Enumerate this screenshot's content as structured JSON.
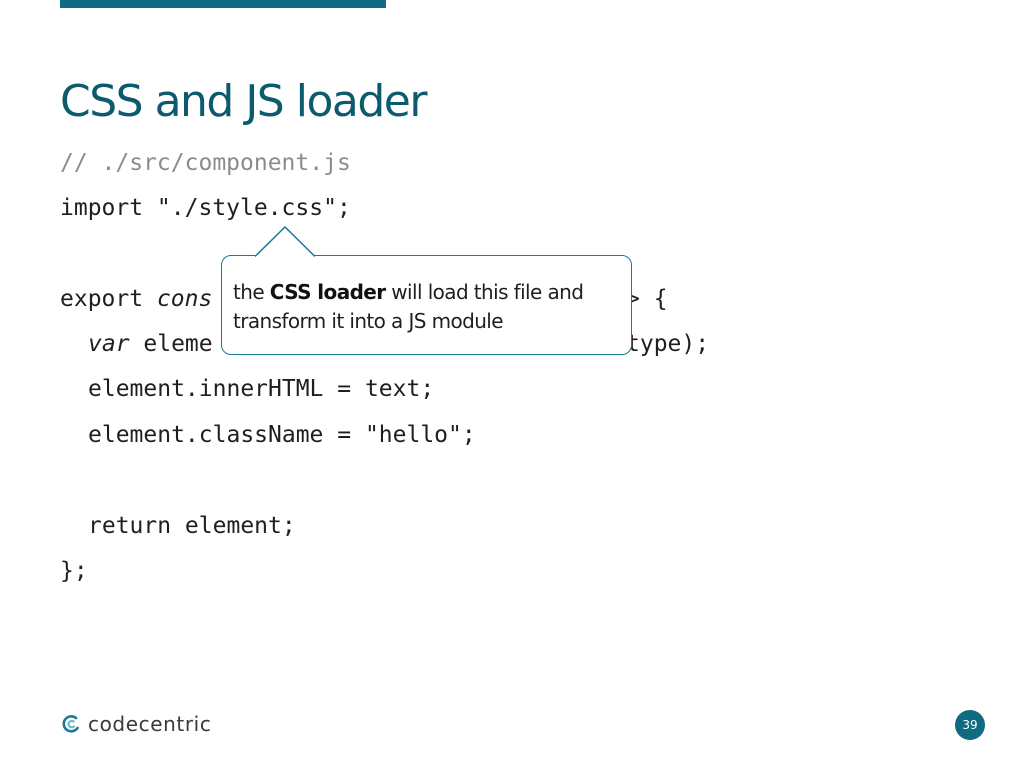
{
  "slide": {
    "title": "CSS and JS loader",
    "page_number": "39"
  },
  "code": {
    "line1": "// ./src/component.js",
    "line2": "import \"./style.css\";",
    "line4_a": "export ",
    "line4_b": "cons",
    "line4_c": "> {",
    "line5_a": "var",
    "line5_b": " eleme",
    "line5_c": "type);",
    "line6": "element.innerHTML = text;",
    "line7": "element.className = \"hello\";",
    "line9": "return element;",
    "line10": "};"
  },
  "callout": {
    "text_before": "the ",
    "text_bold": "CSS loader",
    "text_after": " will load this file and transform it into a JS module"
  },
  "footer": {
    "logo_text": "codecentric",
    "brand_color": "#0f6a82"
  }
}
